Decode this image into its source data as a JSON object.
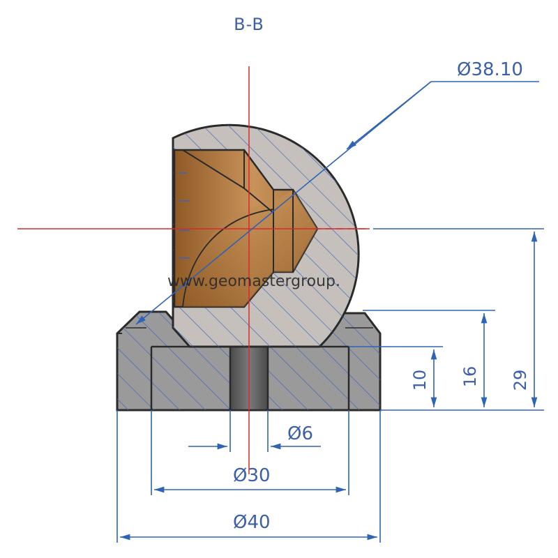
{
  "section_label": "B-B",
  "watermark": "www.geomastergroup.",
  "dimensions": {
    "sphere_diameter": "Ø38.10",
    "hole_diameter": "Ø6",
    "recess_diameter": "Ø30",
    "base_diameter": "Ø40",
    "height_10": "10",
    "height_16": "16",
    "height_29": "29"
  },
  "colors": {
    "dimension": "#2e63b5",
    "centerline": "#d92b2b",
    "body_fill": "#c5c0bc",
    "base_fill": "#9a9a9a",
    "hatch": "#3b63b7",
    "cone_fill": "#b07c45",
    "outline": "#2a2a2a"
  }
}
